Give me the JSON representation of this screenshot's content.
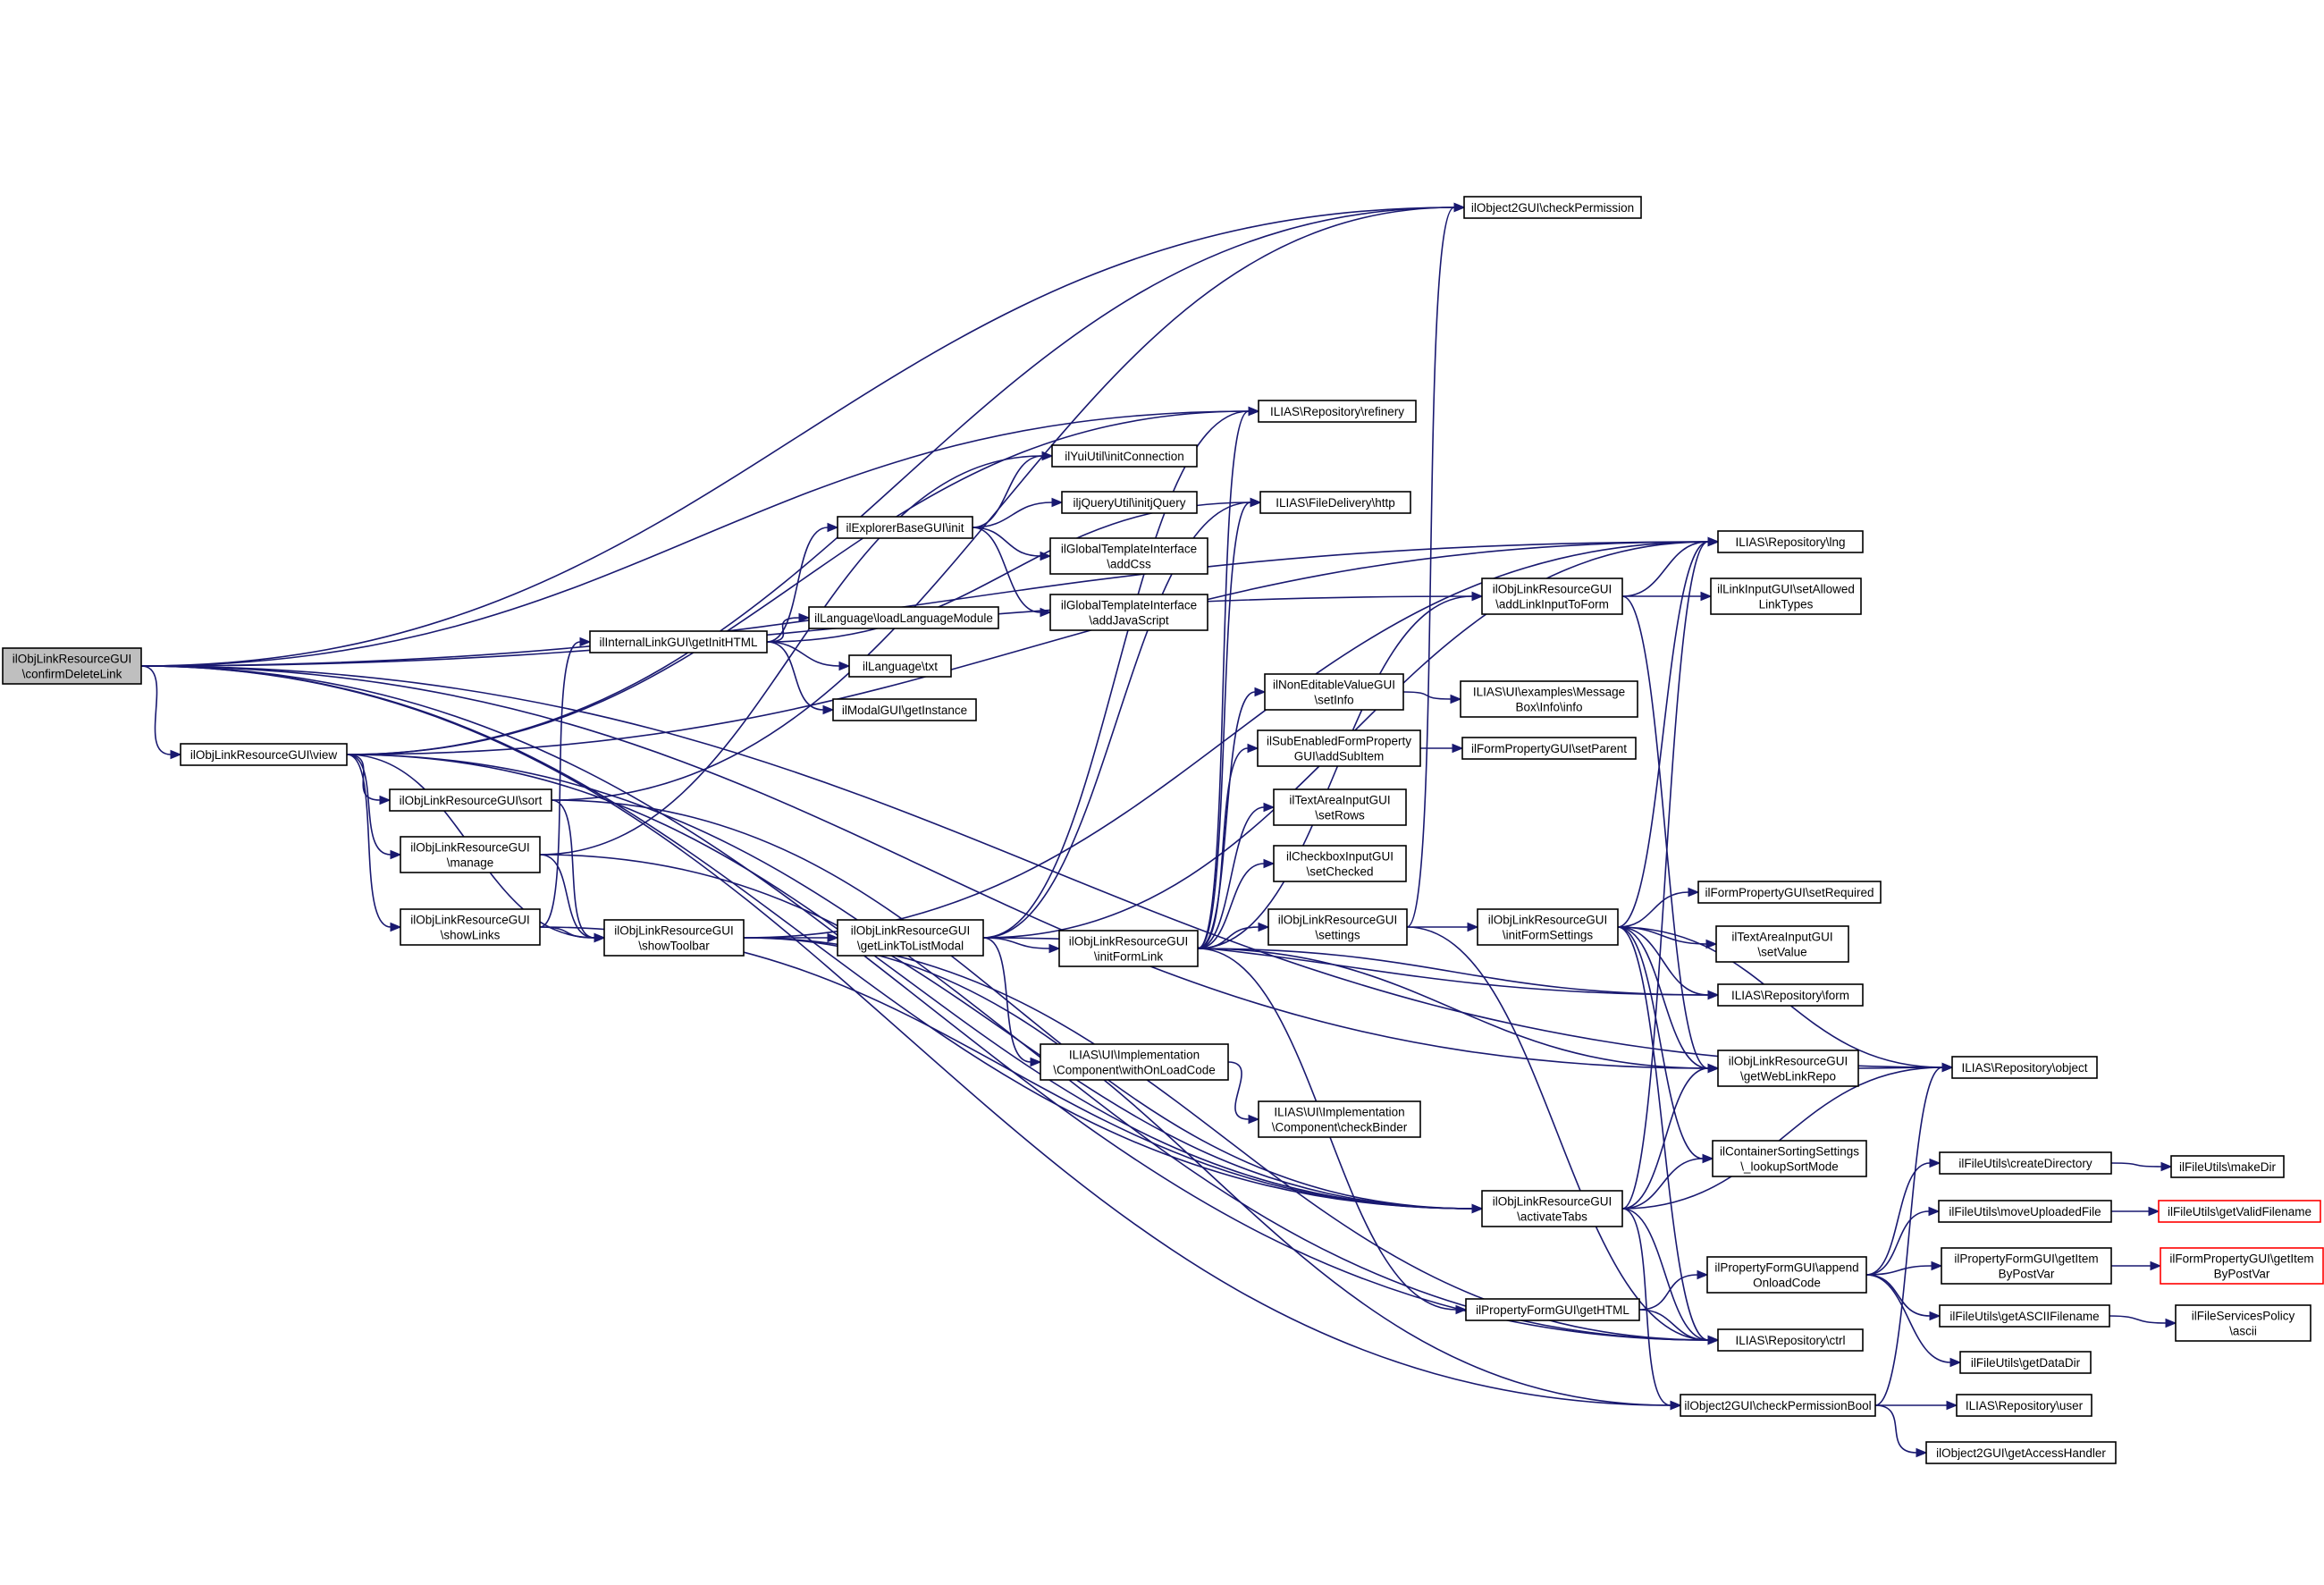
{
  "diagram": {
    "type": "call-graph",
    "edge_color": "#191970",
    "root_fill": "#bfbfbf",
    "truncated_border_color": "#ff0000",
    "nodes": [
      {
        "id": "confirmDeleteLink",
        "lines": [
          "ilObjLinkResourceGUI",
          "\\confirmDeleteLink"
        ],
        "root": true
      },
      {
        "id": "view",
        "lines": [
          "ilObjLinkResourceGUI\\view"
        ]
      },
      {
        "id": "sort",
        "lines": [
          "ilObjLinkResourceGUI\\sort"
        ]
      },
      {
        "id": "manage",
        "lines": [
          "ilObjLinkResourceGUI",
          "\\manage"
        ]
      },
      {
        "id": "showLinks",
        "lines": [
          "ilObjLinkResourceGUI",
          "\\showLinks"
        ]
      },
      {
        "id": "showToolbar",
        "lines": [
          "ilObjLinkResourceGUI",
          "\\showToolbar"
        ]
      },
      {
        "id": "getInitHTML",
        "lines": [
          "ilInternalLinkGUI\\getInitHTML"
        ]
      },
      {
        "id": "explorerInit",
        "lines": [
          "ilExplorerBaseGUI\\init"
        ]
      },
      {
        "id": "initConnection",
        "lines": [
          "ilYuiUtil\\initConnection"
        ]
      },
      {
        "id": "initjQuery",
        "lines": [
          "iljQueryUtil\\initjQuery"
        ]
      },
      {
        "id": "addCss",
        "lines": [
          "ilGlobalTemplateInterface",
          "\\addCss"
        ]
      },
      {
        "id": "addJavaScript",
        "lines": [
          "ilGlobalTemplateInterface",
          "\\addJavaScript"
        ]
      },
      {
        "id": "loadLanguageModule",
        "lines": [
          "ilLanguage\\loadLanguageModule"
        ]
      },
      {
        "id": "txt",
        "lines": [
          "ilLanguage\\txt"
        ]
      },
      {
        "id": "modalGetInstance",
        "lines": [
          "ilModalGUI\\getInstance"
        ]
      },
      {
        "id": "getLinkToListModal",
        "lines": [
          "ilObjLinkResourceGUI",
          "\\getLinkToListModal"
        ]
      },
      {
        "id": "initFormLink",
        "lines": [
          "ilObjLinkResourceGUI",
          "\\initFormLink"
        ]
      },
      {
        "id": "withOnLoadCode",
        "lines": [
          "ILIAS\\UI\\Implementation",
          "\\Component\\withOnLoadCode"
        ]
      },
      {
        "id": "checkBinder",
        "lines": [
          "ILIAS\\UI\\Implementation",
          "\\Component\\checkBinder"
        ]
      },
      {
        "id": "refinery",
        "lines": [
          "ILIAS\\Repository\\refinery"
        ]
      },
      {
        "id": "http",
        "lines": [
          "ILIAS\\FileDelivery\\http"
        ]
      },
      {
        "id": "setInfo",
        "lines": [
          "ilNonEditableValueGUI",
          "\\setInfo"
        ]
      },
      {
        "id": "addSubItem",
        "lines": [
          "ilSubEnabledFormProperty",
          "GUI\\addSubItem"
        ]
      },
      {
        "id": "setRows",
        "lines": [
          "ilTextAreaInputGUI",
          "\\setRows"
        ]
      },
      {
        "id": "setChecked",
        "lines": [
          "ilCheckboxInputGUI",
          "\\setChecked"
        ]
      },
      {
        "id": "settings",
        "lines": [
          "ilObjLinkResourceGUI",
          "\\settings"
        ]
      },
      {
        "id": "checkPermission",
        "lines": [
          "ilObject2GUI\\checkPermission"
        ]
      },
      {
        "id": "lng",
        "lines": [
          "ILIAS\\Repository\\lng"
        ]
      },
      {
        "id": "addLinkInputToForm",
        "lines": [
          "ilObjLinkResourceGUI",
          "\\addLinkInputToForm"
        ]
      },
      {
        "id": "setAllowedLinkTypes",
        "lines": [
          "ilLinkInputGUI\\setAllowed",
          "LinkTypes"
        ]
      },
      {
        "id": "messageBoxInfo",
        "lines": [
          "ILIAS\\UI\\examples\\Message",
          "Box\\Info\\info"
        ]
      },
      {
        "id": "setParent",
        "lines": [
          "ilFormPropertyGUI\\setParent"
        ]
      },
      {
        "id": "initFormSettings",
        "lines": [
          "ilObjLinkResourceGUI",
          "\\initFormSettings"
        ]
      },
      {
        "id": "setRequired",
        "lines": [
          "ilFormPropertyGUI\\setRequired"
        ]
      },
      {
        "id": "setValue",
        "lines": [
          "ilTextAreaInputGUI",
          "\\setValue"
        ]
      },
      {
        "id": "form",
        "lines": [
          "ILIAS\\Repository\\form"
        ]
      },
      {
        "id": "getWebLinkRepo",
        "lines": [
          "ilObjLinkResourceGUI",
          "\\getWebLinkRepo"
        ]
      },
      {
        "id": "object",
        "lines": [
          "ILIAS\\Repository\\object"
        ]
      },
      {
        "id": "lookupSortMode",
        "lines": [
          "ilContainerSortingSettings",
          "\\_lookupSortMode"
        ]
      },
      {
        "id": "activateTabs",
        "lines": [
          "ilObjLinkResourceGUI",
          "\\activateTabs"
        ]
      },
      {
        "id": "getHTML",
        "lines": [
          "ilPropertyFormGUI\\getHTML"
        ]
      },
      {
        "id": "appendOnloadCode",
        "lines": [
          "ilPropertyFormGUI\\append",
          "OnloadCode"
        ]
      },
      {
        "id": "ctrl",
        "lines": [
          "ILIAS\\Repository\\ctrl"
        ]
      },
      {
        "id": "checkPermissionBool",
        "lines": [
          "ilObject2GUI\\checkPermissionBool"
        ]
      },
      {
        "id": "user",
        "lines": [
          "ILIAS\\Repository\\user"
        ]
      },
      {
        "id": "getAccessHandler",
        "lines": [
          "ilObject2GUI\\getAccessHandler"
        ]
      },
      {
        "id": "createDirectory",
        "lines": [
          "ilFileUtils\\createDirectory"
        ]
      },
      {
        "id": "makeDir",
        "lines": [
          "ilFileUtils\\makeDir"
        ]
      },
      {
        "id": "moveUploadedFile",
        "lines": [
          "ilFileUtils\\moveUploadedFile"
        ]
      },
      {
        "id": "getValidFilename",
        "lines": [
          "ilFileUtils\\getValidFilename"
        ],
        "truncated": true
      },
      {
        "id": "getItemByPostVar",
        "lines": [
          "ilPropertyFormGUI\\getItem",
          "ByPostVar"
        ]
      },
      {
        "id": "formPropGetItemByPostVar",
        "lines": [
          "ilFormPropertyGUI\\getItem",
          "ByPostVar"
        ],
        "truncated": true
      },
      {
        "id": "getASCIIFilename",
        "lines": [
          "ilFileUtils\\getASCIIFilename"
        ]
      },
      {
        "id": "ascii",
        "lines": [
          "ilFileServicesPolicy",
          "\\ascii"
        ]
      },
      {
        "id": "getDataDir",
        "lines": [
          "ilFileUtils\\getDataDir"
        ]
      }
    ],
    "edges": [
      [
        "confirmDeleteLink",
        "view"
      ],
      [
        "confirmDeleteLink",
        "checkPermission"
      ],
      [
        "confirmDeleteLink",
        "lng"
      ],
      [
        "confirmDeleteLink",
        "object"
      ],
      [
        "confirmDeleteLink",
        "refinery"
      ],
      [
        "confirmDeleteLink",
        "getWebLinkRepo"
      ],
      [
        "confirmDeleteLink",
        "activateTabs"
      ],
      [
        "confirmDeleteLink",
        "checkPermissionBool"
      ],
      [
        "confirmDeleteLink",
        "ctrl"
      ],
      [
        "confirmDeleteLink",
        "addLinkInputToForm"
      ],
      [
        "view",
        "sort"
      ],
      [
        "view",
        "manage"
      ],
      [
        "view",
        "showLinks"
      ],
      [
        "view",
        "showToolbar"
      ],
      [
        "view",
        "checkPermission"
      ],
      [
        "view",
        "lng"
      ],
      [
        "view",
        "activateTabs"
      ],
      [
        "view",
        "refinery"
      ],
      [
        "view",
        "ctrl"
      ],
      [
        "sort",
        "showToolbar"
      ],
      [
        "sort",
        "checkPermission"
      ],
      [
        "sort",
        "activateTabs"
      ],
      [
        "manage",
        "showToolbar"
      ],
      [
        "manage",
        "initConnection"
      ],
      [
        "manage",
        "activateTabs"
      ],
      [
        "showLinks",
        "showToolbar"
      ],
      [
        "showLinks",
        "getInitHTML"
      ],
      [
        "showLinks",
        "activateTabs"
      ],
      [
        "showToolbar",
        "getLinkToListModal"
      ],
      [
        "showToolbar",
        "lng"
      ],
      [
        "showToolbar",
        "ctrl"
      ],
      [
        "showToolbar",
        "checkPermissionBool"
      ],
      [
        "getInitHTML",
        "explorerInit"
      ],
      [
        "getInitHTML",
        "loadLanguageModule"
      ],
      [
        "getInitHTML",
        "txt"
      ],
      [
        "getInitHTML",
        "modalGetInstance"
      ],
      [
        "getInitHTML",
        "http"
      ],
      [
        "explorerInit",
        "initConnection"
      ],
      [
        "explorerInit",
        "initjQuery"
      ],
      [
        "explorerInit",
        "addCss"
      ],
      [
        "explorerInit",
        "addJavaScript"
      ],
      [
        "getLinkToListModal",
        "initFormLink"
      ],
      [
        "getLinkToListModal",
        "withOnLoadCode"
      ],
      [
        "getLinkToListModal",
        "refinery"
      ],
      [
        "getLinkToListModal",
        "http"
      ],
      [
        "getLinkToListModal",
        "lng"
      ],
      [
        "getLinkToListModal",
        "form"
      ],
      [
        "initFormLink",
        "refinery"
      ],
      [
        "initFormLink",
        "http"
      ],
      [
        "initFormLink",
        "setInfo"
      ],
      [
        "initFormLink",
        "addSubItem"
      ],
      [
        "initFormLink",
        "setRows"
      ],
      [
        "initFormLink",
        "setChecked"
      ],
      [
        "initFormLink",
        "settings"
      ],
      [
        "initFormLink",
        "addLinkInputToForm"
      ],
      [
        "initFormLink",
        "form"
      ],
      [
        "initFormLink",
        "getWebLinkRepo"
      ],
      [
        "initFormLink",
        "getHTML"
      ],
      [
        "withOnLoadCode",
        "checkBinder"
      ],
      [
        "setInfo",
        "messageBoxInfo"
      ],
      [
        "addSubItem",
        "setParent"
      ],
      [
        "settings",
        "checkPermission"
      ],
      [
        "settings",
        "initFormSettings"
      ],
      [
        "settings",
        "ctrl"
      ],
      [
        "addLinkInputToForm",
        "lng"
      ],
      [
        "addLinkInputToForm",
        "setAllowedLinkTypes"
      ],
      [
        "addLinkInputToForm",
        "getWebLinkRepo"
      ],
      [
        "initFormSettings",
        "setRequired"
      ],
      [
        "initFormSettings",
        "setValue"
      ],
      [
        "initFormSettings",
        "form"
      ],
      [
        "initFormSettings",
        "getWebLinkRepo"
      ],
      [
        "initFormSettings",
        "lookupSortMode"
      ],
      [
        "initFormSettings",
        "lng"
      ],
      [
        "initFormSettings",
        "object"
      ],
      [
        "initFormSettings",
        "ctrl"
      ],
      [
        "getWebLinkRepo",
        "object"
      ],
      [
        "activateTabs",
        "lookupSortMode"
      ],
      [
        "activateTabs",
        "getWebLinkRepo"
      ],
      [
        "activateTabs",
        "lng"
      ],
      [
        "activateTabs",
        "ctrl"
      ],
      [
        "activateTabs",
        "object"
      ],
      [
        "activateTabs",
        "checkPermissionBool"
      ],
      [
        "getHTML",
        "appendOnloadCode"
      ],
      [
        "getHTML",
        "ctrl"
      ],
      [
        "appendOnloadCode",
        "createDirectory"
      ],
      [
        "appendOnloadCode",
        "moveUploadedFile"
      ],
      [
        "appendOnloadCode",
        "getItemByPostVar"
      ],
      [
        "appendOnloadCode",
        "getASCIIFilename"
      ],
      [
        "appendOnloadCode",
        "getDataDir"
      ],
      [
        "checkPermissionBool",
        "user"
      ],
      [
        "checkPermissionBool",
        "getAccessHandler"
      ],
      [
        "checkPermissionBool",
        "object"
      ],
      [
        "createDirectory",
        "makeDir"
      ],
      [
        "moveUploadedFile",
        "getValidFilename"
      ],
      [
        "getItemByPostVar",
        "formPropGetItemByPostVar"
      ],
      [
        "getASCIIFilename",
        "ascii"
      ]
    ]
  }
}
